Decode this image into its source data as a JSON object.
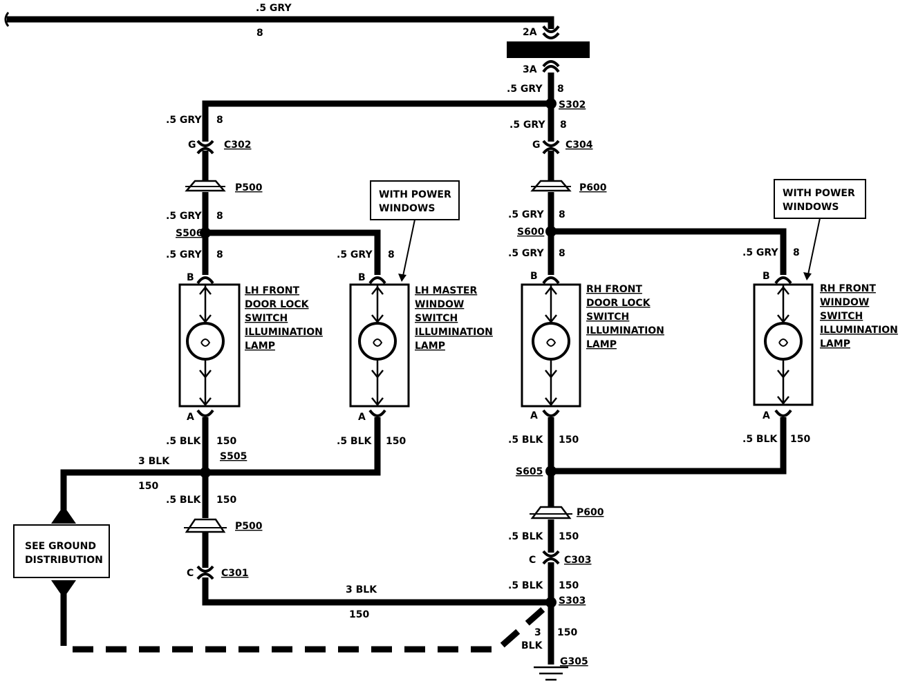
{
  "top_feed": {
    "label": ".5 GRY",
    "circuit": "8"
  },
  "fuse_block": {
    "in_terminal": "2A",
    "out_terminal": "3A"
  },
  "feed_below_block": {
    "label": ".5 GRY",
    "circuit": "8"
  },
  "splice_s302": "S302",
  "lh_branch": {
    "wire1": {
      "label": ".5 GRY",
      "circuit": "8"
    },
    "c302": {
      "pin": "G",
      "name": "C302"
    },
    "p500_upper": "P500",
    "wire2": {
      "label": ".5 GRY",
      "circuit": "8"
    },
    "s506": "S506",
    "wire3": {
      "label": ".5 GRY",
      "circuit": "8"
    },
    "master_wire": {
      "label": ".5 GRY",
      "circuit": "8"
    },
    "callout": "WITH POWER WINDOWS",
    "lamp1": {
      "pin_b": "B",
      "pin_a": "A",
      "lines": [
        "LH FRONT",
        "DOOR LOCK",
        "SWITCH",
        "ILLUMINATION",
        "LAMP"
      ]
    },
    "lamp2": {
      "pin_b": "B",
      "pin_a": "A",
      "lines": [
        "LH MASTER",
        "WINDOW",
        "SWITCH",
        "ILLUMINATION",
        "LAMP"
      ]
    },
    "ground1": {
      "label": ".5 BLK",
      "circuit": "150"
    },
    "ground2": {
      "label": ".5 BLK",
      "circuit": "150"
    },
    "s505": "S505",
    "ground_main": {
      "label": "3 BLK",
      "circuit": "150"
    },
    "ground_below": {
      "label": ".5 BLK",
      "circuit": "150"
    },
    "p500_lower": "P500",
    "c301": {
      "pin": "C",
      "name": "C301"
    },
    "return_wire": {
      "label": "3 BLK",
      "circuit": "150"
    }
  },
  "rh_branch": {
    "wire1": {
      "label": ".5 GRY",
      "circuit": "8"
    },
    "c304": {
      "pin": "G",
      "name": "C304"
    },
    "p600_upper": "P600",
    "wire2": {
      "label": ".5 GRY",
      "circuit": "8"
    },
    "s600": "S600",
    "wire3": {
      "label": ".5 GRY",
      "circuit": "8"
    },
    "window_wire": {
      "label": ".5 GRY",
      "circuit": "8"
    },
    "callout": "WITH POWER WINDOWS",
    "lamp1": {
      "pin_b": "B",
      "pin_a": "A",
      "lines": [
        "RH FRONT",
        "DOOR LOCK",
        "SWITCH",
        "ILLUMINATION",
        "LAMP"
      ]
    },
    "lamp2": {
      "pin_b": "B",
      "pin_a": "A",
      "lines": [
        "RH FRONT",
        "WINDOW",
        "SWITCH",
        "ILLUMINATION",
        "LAMP"
      ]
    },
    "ground1": {
      "label": ".5 BLK",
      "circuit": "150"
    },
    "ground2": {
      "label": ".5 BLK",
      "circuit": "150"
    },
    "s605": "S605",
    "p600_lower": "P600",
    "ground_below": {
      "label": ".5 BLK",
      "circuit": "150"
    },
    "c303": {
      "pin": "C",
      "name": "C303"
    },
    "ground_c303": {
      "label": ".5 BLK",
      "circuit": "150"
    },
    "s303": "S303",
    "ground_final": {
      "size": "3",
      "color": "BLK",
      "circuit": "150"
    },
    "g305": "G305"
  },
  "see_ground": {
    "lines": [
      "SEE GROUND",
      "DISTRIBUTION"
    ]
  }
}
